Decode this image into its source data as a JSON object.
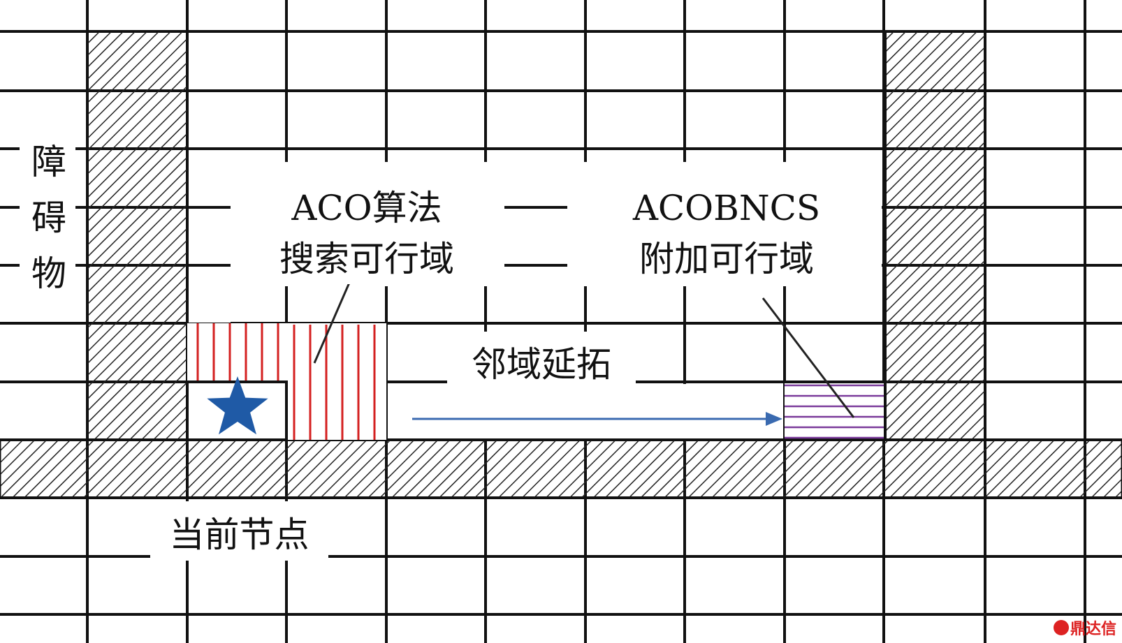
{
  "labels": {
    "obstacle": "障碍物",
    "aco_line1": "ACO算法",
    "aco_line2": "搜索可行域",
    "acobncs_line1": "ACOBNCS",
    "acobncs_line2": "附加可行域",
    "neighborhood": "邻域延拓",
    "current_node": "当前节点"
  },
  "watermark": "鼎达信",
  "colors": {
    "grid": "#111111",
    "aco_hatch": "#d42020",
    "acobncs_hatch": "#7a3a9a",
    "star": "#1f5aa6",
    "arrow": "#3a6ab0"
  }
}
